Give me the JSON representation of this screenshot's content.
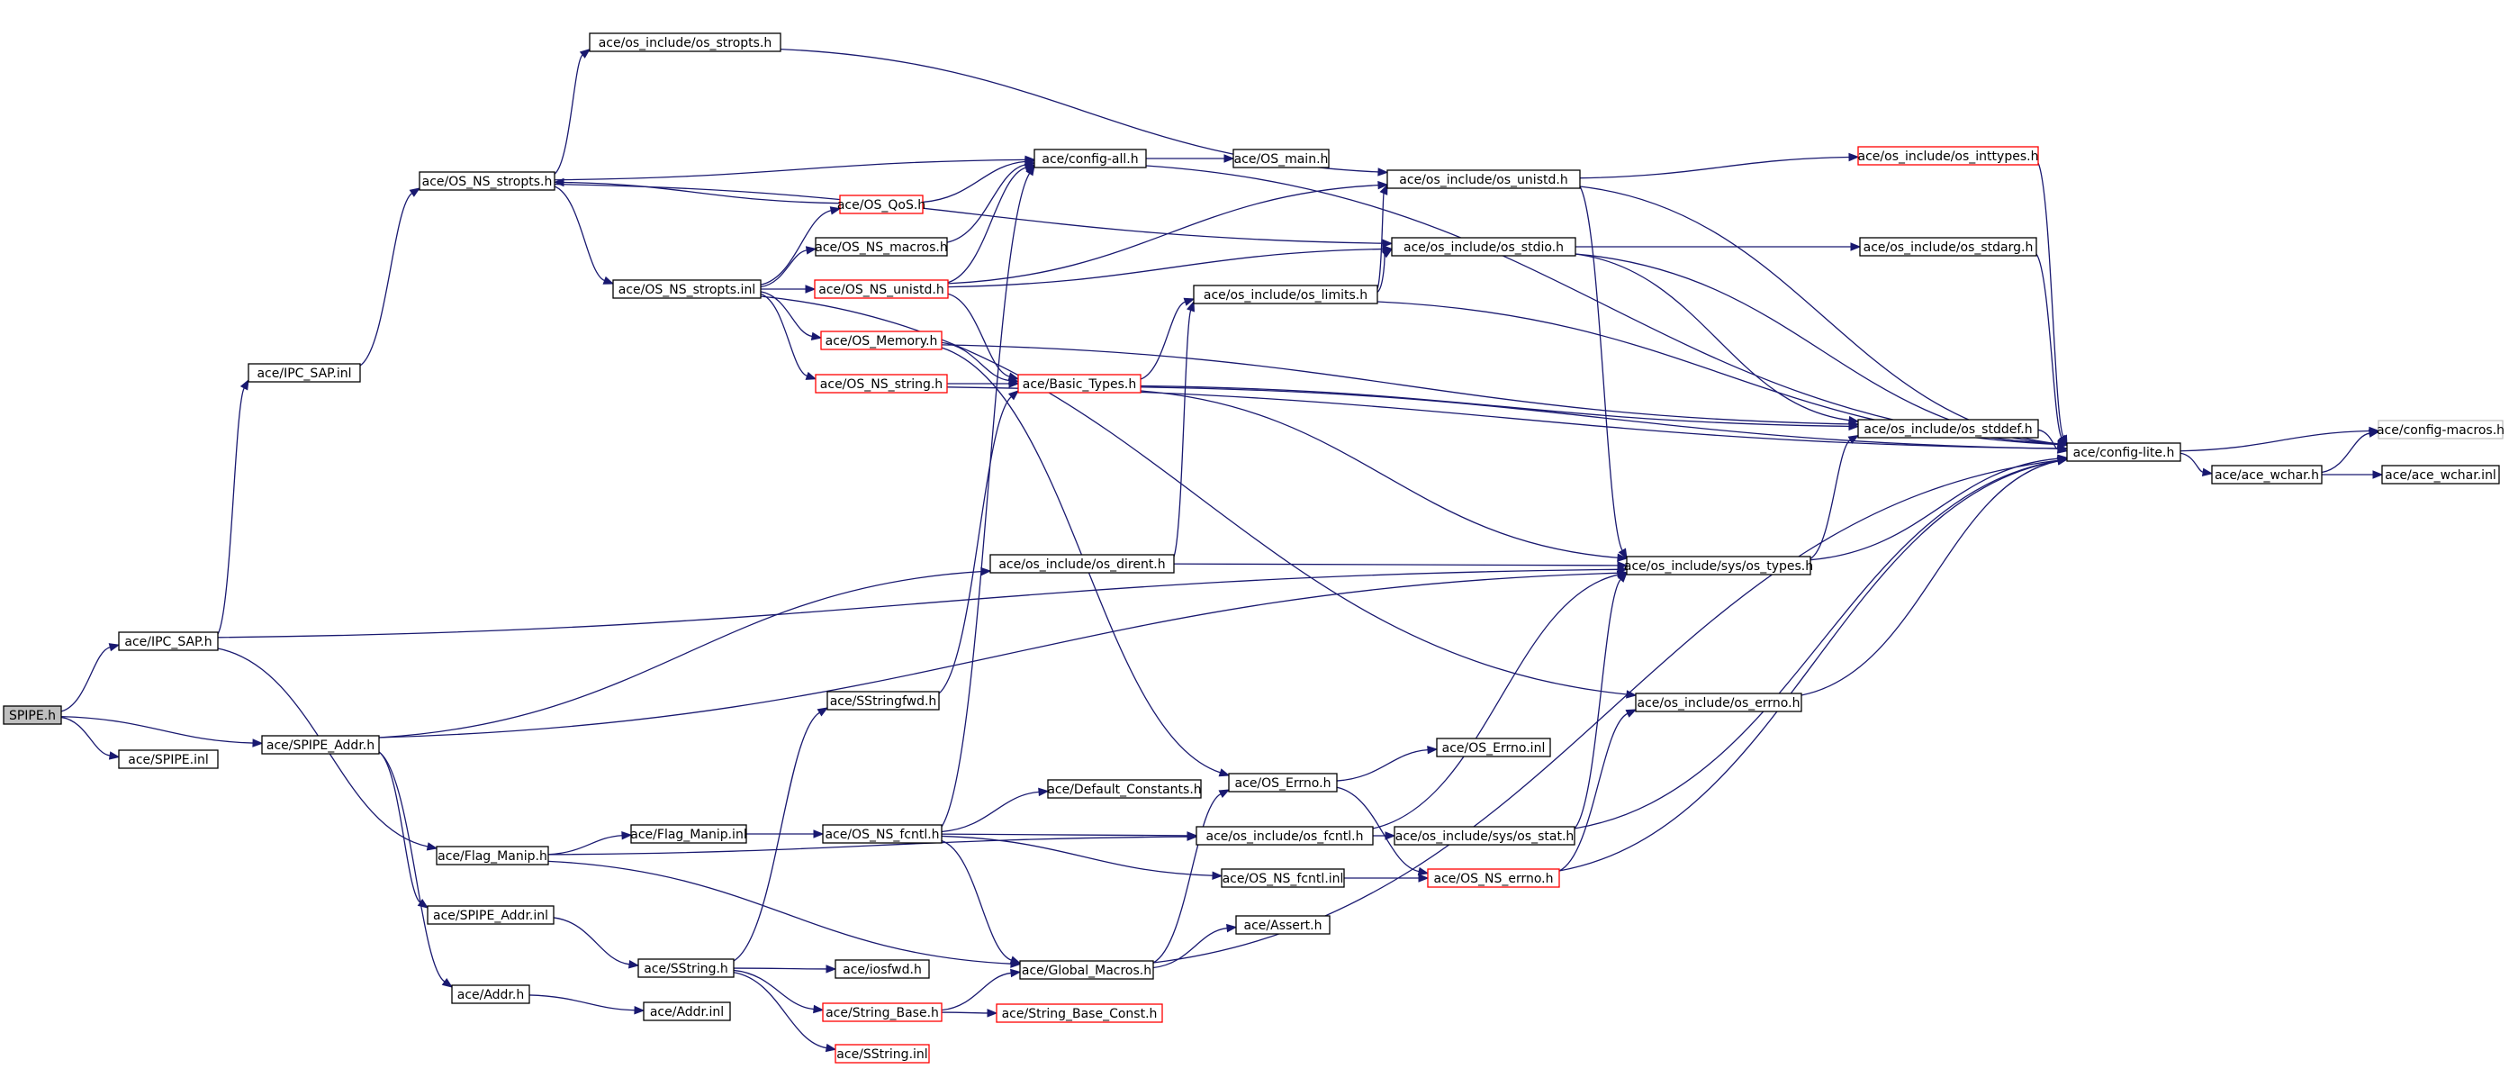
{
  "graph": {
    "edge_color": "#191970",
    "nodes": [
      {
        "id": "spipe_h",
        "label": "SPIPE.h",
        "style": "root"
      },
      {
        "id": "ipc_sap_h",
        "label": "ace/IPC_SAP.h",
        "style": "normal"
      },
      {
        "id": "spipe_inl",
        "label": "ace/SPIPE.inl",
        "style": "normal"
      },
      {
        "id": "spipe_addr_h",
        "label": "ace/SPIPE_Addr.h",
        "style": "normal"
      },
      {
        "id": "ipc_sap_inl",
        "label": "ace/IPC_SAP.inl",
        "style": "normal"
      },
      {
        "id": "os_ns_stropts_h",
        "label": "ace/OS_NS_stropts.h",
        "style": "normal"
      },
      {
        "id": "os_include_os_stropts_h",
        "label": "ace/os_include/os_stropts.h",
        "style": "normal"
      },
      {
        "id": "os_ns_stropts_inl",
        "label": "ace/OS_NS_stropts.inl",
        "style": "normal"
      },
      {
        "id": "os_qos_h",
        "label": "ace/OS_QoS.h",
        "style": "red"
      },
      {
        "id": "os_ns_macros_h",
        "label": "ace/OS_NS_macros.h",
        "style": "normal"
      },
      {
        "id": "os_ns_unistd_h",
        "label": "ace/OS_NS_unistd.h",
        "style": "red"
      },
      {
        "id": "os_memory_h",
        "label": "ace/OS_Memory.h",
        "style": "red"
      },
      {
        "id": "os_ns_string_h",
        "label": "ace/OS_NS_string.h",
        "style": "red"
      },
      {
        "id": "config_all_h",
        "label": "ace/config-all.h",
        "style": "normal"
      },
      {
        "id": "os_main_h",
        "label": "ace/OS_main.h",
        "style": "normal"
      },
      {
        "id": "basic_types_h",
        "label": "ace/Basic_Types.h",
        "style": "red"
      },
      {
        "id": "os_include_os_limits_h",
        "label": "ace/os_include/os_limits.h",
        "style": "normal"
      },
      {
        "id": "os_include_os_unistd_h",
        "label": "ace/os_include/os_unistd.h",
        "style": "normal"
      },
      {
        "id": "os_include_os_stdio_h",
        "label": "ace/os_include/os_stdio.h",
        "style": "normal"
      },
      {
        "id": "os_include_os_inttypes_h",
        "label": "ace/os_include/os_inttypes.h",
        "style": "red"
      },
      {
        "id": "os_include_os_stdarg_h",
        "label": "ace/os_include/os_stdarg.h",
        "style": "normal"
      },
      {
        "id": "os_include_os_stddef_h",
        "label": "ace/os_include/os_stddef.h",
        "style": "normal"
      },
      {
        "id": "config_lite_h",
        "label": "ace/config-lite.h",
        "style": "normal"
      },
      {
        "id": "config_macros_h",
        "label": "ace/config-macros.h",
        "style": "gray"
      },
      {
        "id": "ace_wchar_h",
        "label": "ace/ace_wchar.h",
        "style": "normal"
      },
      {
        "id": "ace_wchar_inl",
        "label": "ace/ace_wchar.inl",
        "style": "normal"
      },
      {
        "id": "os_include_os_dirent_h",
        "label": "ace/os_include/os_dirent.h",
        "style": "normal"
      },
      {
        "id": "os_include_sys_os_types_h",
        "label": "ace/os_include/sys/os_types.h",
        "style": "normal"
      },
      {
        "id": "sstringfwd_h",
        "label": "ace/SStringfwd.h",
        "style": "normal"
      },
      {
        "id": "os_include_os_errno_h",
        "label": "ace/os_include/os_errno.h",
        "style": "normal"
      },
      {
        "id": "os_errno_h",
        "label": "ace/OS_Errno.h",
        "style": "normal"
      },
      {
        "id": "os_errno_inl",
        "label": "ace/OS_Errno.inl",
        "style": "normal"
      },
      {
        "id": "default_constants_h",
        "label": "ace/Default_Constants.h",
        "style": "normal"
      },
      {
        "id": "flag_manip_inl",
        "label": "ace/Flag_Manip.inl",
        "style": "normal"
      },
      {
        "id": "os_ns_fcntl_h",
        "label": "ace/OS_NS_fcntl.h",
        "style": "normal"
      },
      {
        "id": "os_include_os_fcntl_h",
        "label": "ace/os_include/os_fcntl.h",
        "style": "normal"
      },
      {
        "id": "os_include_sys_os_stat_h",
        "label": "ace/os_include/sys/os_stat.h",
        "style": "normal"
      },
      {
        "id": "flag_manip_h",
        "label": "ace/Flag_Manip.h",
        "style": "normal"
      },
      {
        "id": "os_ns_fcntl_inl",
        "label": "ace/OS_NS_fcntl.inl",
        "style": "normal"
      },
      {
        "id": "os_ns_errno_h",
        "label": "ace/OS_NS_errno.h",
        "style": "red"
      },
      {
        "id": "spipe_addr_inl",
        "label": "ace/SPIPE_Addr.inl",
        "style": "normal"
      },
      {
        "id": "assert_h",
        "label": "ace/Assert.h",
        "style": "normal"
      },
      {
        "id": "sstring_h",
        "label": "ace/SString.h",
        "style": "normal"
      },
      {
        "id": "iosfwd_h",
        "label": "ace/iosfwd.h",
        "style": "normal"
      },
      {
        "id": "global_macros_h",
        "label": "ace/Global_Macros.h",
        "style": "normal"
      },
      {
        "id": "addr_h",
        "label": "ace/Addr.h",
        "style": "normal"
      },
      {
        "id": "addr_inl",
        "label": "ace/Addr.inl",
        "style": "normal"
      },
      {
        "id": "string_base_h",
        "label": "ace/String_Base.h",
        "style": "red"
      },
      {
        "id": "string_base_const_h",
        "label": "ace/String_Base_Const.h",
        "style": "red"
      },
      {
        "id": "sstring_inl",
        "label": "ace/SString.inl",
        "style": "red"
      }
    ],
    "edges": [
      [
        "spipe_h",
        "ipc_sap_h"
      ],
      [
        "spipe_h",
        "spipe_inl"
      ],
      [
        "spipe_h",
        "spipe_addr_h"
      ],
      [
        "ipc_sap_h",
        "ipc_sap_inl"
      ],
      [
        "ipc_sap_h",
        "os_include_sys_os_types_h"
      ],
      [
        "ipc_sap_h",
        "flag_manip_h"
      ],
      [
        "ipc_sap_inl",
        "os_ns_stropts_h"
      ],
      [
        "os_ns_stropts_h",
        "os_include_os_stropts_h"
      ],
      [
        "os_ns_stropts_h",
        "config_all_h"
      ],
      [
        "os_ns_stropts_h",
        "os_include_os_stdio_h"
      ],
      [
        "os_ns_stropts_h",
        "os_ns_stropts_inl"
      ],
      [
        "os_include_os_stropts_h",
        "os_include_os_unistd_h"
      ],
      [
        "os_qos_h",
        "os_ns_stropts_h"
      ],
      [
        "os_qos_h",
        "config_all_h"
      ],
      [
        "os_ns_stropts_inl",
        "os_qos_h"
      ],
      [
        "os_ns_stropts_inl",
        "os_ns_macros_h"
      ],
      [
        "os_ns_stropts_inl",
        "os_ns_unistd_h"
      ],
      [
        "os_ns_stropts_inl",
        "os_memory_h"
      ],
      [
        "os_ns_stropts_inl",
        "os_ns_string_h"
      ],
      [
        "os_ns_stropts_inl",
        "os_include_os_errno_h"
      ],
      [
        "os_ns_macros_h",
        "config_all_h"
      ],
      [
        "os_ns_unistd_h",
        "config_all_h"
      ],
      [
        "os_ns_unistd_h",
        "os_include_os_unistd_h"
      ],
      [
        "os_ns_unistd_h",
        "os_include_os_stdio_h"
      ],
      [
        "os_ns_unistd_h",
        "basic_types_h"
      ],
      [
        "os_memory_h",
        "basic_types_h"
      ],
      [
        "os_memory_h",
        "os_include_os_stddef_h"
      ],
      [
        "os_memory_h",
        "os_errno_h"
      ],
      [
        "os_ns_string_h",
        "basic_types_h"
      ],
      [
        "os_ns_string_h",
        "config_lite_h"
      ],
      [
        "config_all_h",
        "os_main_h"
      ],
      [
        "config_all_h",
        "config_lite_h"
      ],
      [
        "basic_types_h",
        "os_include_os_limits_h"
      ],
      [
        "basic_types_h",
        "os_include_os_stddef_h"
      ],
      [
        "basic_types_h",
        "config_lite_h"
      ],
      [
        "basic_types_h",
        "os_include_sys_os_types_h"
      ],
      [
        "os_include_os_limits_h",
        "os_include_os_unistd_h"
      ],
      [
        "os_include_os_limits_h",
        "os_include_os_stdio_h"
      ],
      [
        "os_include_os_limits_h",
        "config_lite_h"
      ],
      [
        "os_include_os_unistd_h",
        "os_include_os_inttypes_h"
      ],
      [
        "os_include_os_unistd_h",
        "config_lite_h"
      ],
      [
        "os_include_os_unistd_h",
        "os_include_sys_os_types_h"
      ],
      [
        "os_include_os_stdio_h",
        "os_include_os_stdarg_h"
      ],
      [
        "os_include_os_stdio_h",
        "config_lite_h"
      ],
      [
        "os_include_os_stdio_h",
        "os_include_os_stddef_h"
      ],
      [
        "os_include_os_inttypes_h",
        "config_lite_h"
      ],
      [
        "os_include_os_stdarg_h",
        "config_lite_h"
      ],
      [
        "os_include_os_stddef_h",
        "config_lite_h"
      ],
      [
        "config_lite_h",
        "config_macros_h"
      ],
      [
        "config_lite_h",
        "ace_wchar_h"
      ],
      [
        "ace_wchar_h",
        "config_macros_h"
      ],
      [
        "ace_wchar_h",
        "ace_wchar_inl"
      ],
      [
        "os_include_os_dirent_h",
        "os_include_os_limits_h"
      ],
      [
        "os_include_os_dirent_h",
        "os_include_sys_os_types_h"
      ],
      [
        "os_include_sys_os_types_h",
        "config_lite_h"
      ],
      [
        "os_include_sys_os_types_h",
        "os_include_os_stddef_h"
      ],
      [
        "spipe_addr_h",
        "os_include_os_dirent_h"
      ],
      [
        "spipe_addr_h",
        "os_include_sys_os_types_h"
      ],
      [
        "spipe_addr_h",
        "spipe_addr_inl"
      ],
      [
        "spipe_addr_h",
        "addr_h"
      ],
      [
        "sstringfwd_h",
        "basic_types_h"
      ],
      [
        "os_include_os_errno_h",
        "config_lite_h"
      ],
      [
        "os_errno_h",
        "os_errno_inl"
      ],
      [
        "os_errno_h",
        "os_ns_errno_h"
      ],
      [
        "flag_manip_h",
        "flag_manip_inl"
      ],
      [
        "flag_manip_h",
        "os_include_os_fcntl_h"
      ],
      [
        "flag_manip_h",
        "global_macros_h"
      ],
      [
        "flag_manip_inl",
        "os_ns_fcntl_h"
      ],
      [
        "os_ns_fcntl_h",
        "default_constants_h"
      ],
      [
        "os_ns_fcntl_h",
        "os_include_os_fcntl_h"
      ],
      [
        "os_ns_fcntl_h",
        "os_ns_fcntl_inl"
      ],
      [
        "os_ns_fcntl_h",
        "config_all_h"
      ],
      [
        "os_ns_fcntl_h",
        "global_macros_h"
      ],
      [
        "os_include_os_fcntl_h",
        "os_include_sys_os_stat_h"
      ],
      [
        "os_include_os_fcntl_h",
        "os_include_sys_os_types_h"
      ],
      [
        "os_include_sys_os_stat_h",
        "config_lite_h"
      ],
      [
        "os_include_sys_os_stat_h",
        "os_include_sys_os_types_h"
      ],
      [
        "os_ns_fcntl_inl",
        "os_ns_errno_h"
      ],
      [
        "os_ns_errno_h",
        "os_include_os_errno_h"
      ],
      [
        "os_ns_errno_h",
        "config_lite_h"
      ],
      [
        "spipe_addr_inl",
        "sstring_h"
      ],
      [
        "sstring_h",
        "sstringfwd_h"
      ],
      [
        "sstring_h",
        "iosfwd_h"
      ],
      [
        "sstring_h",
        "string_base_h"
      ],
      [
        "sstring_h",
        "sstring_inl"
      ],
      [
        "global_macros_h",
        "assert_h"
      ],
      [
        "global_macros_h",
        "os_errno_h"
      ],
      [
        "global_macros_h",
        "config_lite_h"
      ],
      [
        "string_base_h",
        "global_macros_h"
      ],
      [
        "string_base_h",
        "string_base_const_h"
      ],
      [
        "addr_h",
        "addr_inl"
      ]
    ]
  }
}
